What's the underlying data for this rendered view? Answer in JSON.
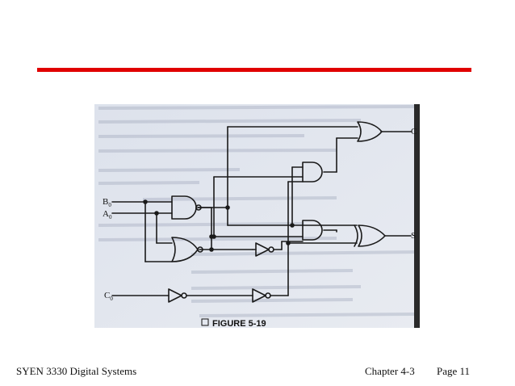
{
  "slide": {
    "accent_color": "#e00000",
    "footer": {
      "course": "SYEN 3330 Digital Systems",
      "chapter": "Chapter 4-3",
      "page": "Page 11"
    }
  },
  "figure": {
    "caption": "FIGURE 5-19",
    "labels": {
      "b0": "B",
      "a0": "A",
      "c0": "C",
      "subscript": "0",
      "carry_out": "C",
      "sum_out": "S"
    },
    "gates": [
      "OR",
      "AND",
      "NAND",
      "AND",
      "XOR",
      "NOR",
      "NOT",
      "NOT",
      "NOT"
    ]
  }
}
